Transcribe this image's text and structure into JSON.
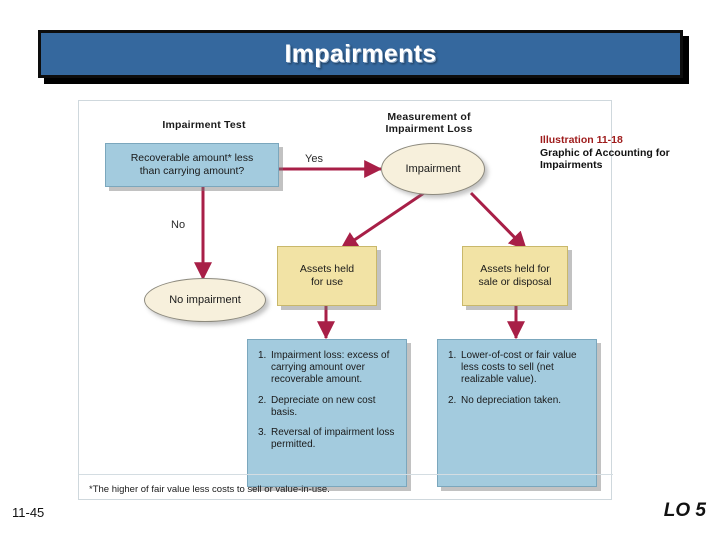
{
  "slide": {
    "title": "Impairments",
    "page_number": "11-45",
    "lo_tag": "LO 5"
  },
  "caption": {
    "illustration_label": "Illustration 11-18",
    "illustration_desc": "Graphic of Accounting for Impairments"
  },
  "diagram": {
    "column_heads": [
      {
        "name": "impairment-test",
        "text": "Impairment Test"
      },
      {
        "name": "measurement-of-impairment-loss",
        "line1": "Measurement of",
        "line2": "Impairment Loss"
      }
    ],
    "test_box": "Recoverable amount* less than carrying amount?",
    "test_box_line1": "Recoverable amount* less",
    "test_box_line2": "than carrying amount?",
    "edge_yes": "Yes",
    "edge_no": "No",
    "no_impairment": "No impairment",
    "impairment": "Impairment",
    "assets_held_for_use_line1": "Assets held",
    "assets_held_for_use_line2": "for use",
    "assets_held_for_sale_line1": "Assets held for",
    "assets_held_for_sale_line2": "sale or disposal",
    "use_items": [
      {
        "n": "1.",
        "text": "Impairment loss: excess of carrying amount over recoverable amount."
      },
      {
        "n": "2.",
        "text": "Depreciate on new cost basis."
      },
      {
        "n": "3.",
        "text": "Reversal of impairment loss permitted."
      }
    ],
    "sale_items": [
      {
        "n": "1.",
        "text": "Lower-of-cost or fair value less costs to sell (net realizable value)."
      },
      {
        "n": "2.",
        "text": "No depreciation taken."
      }
    ],
    "footnote": "*The higher of fair value less costs to sell or value-in-use."
  },
  "colors": {
    "title_bar": "#35689e",
    "box_blue": "#a3cbde",
    "box_yellow": "#f2e3a5",
    "ellipse": "#f7f0dc",
    "arrow": "#a81f47",
    "illustration_red": "#9e1b1b"
  }
}
